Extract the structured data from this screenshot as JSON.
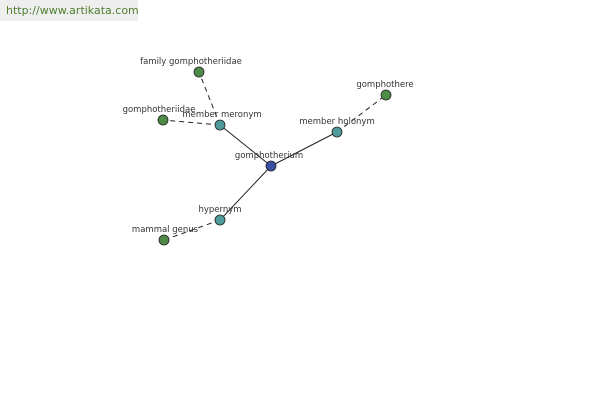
{
  "header": {
    "url": "http://www.artikata.com"
  },
  "colors": {
    "center": "#3a4ea0",
    "relation": "#4f9a9a",
    "leaf": "#4e8a48",
    "edge": "#222222"
  },
  "graph": {
    "center": {
      "label": "gomphotherium"
    },
    "relations": [
      {
        "label": "member meronym"
      },
      {
        "label": "member holonym"
      },
      {
        "label": "hypernym"
      }
    ],
    "leaves": [
      {
        "label": "family gomphotheriidae",
        "relation": "member meronym"
      },
      {
        "label": "gomphotheriidae",
        "relation": "member meronym"
      },
      {
        "label": "gomphothere",
        "relation": "member holonym"
      },
      {
        "label": "mammal genus",
        "relation": "hypernym"
      }
    ]
  }
}
